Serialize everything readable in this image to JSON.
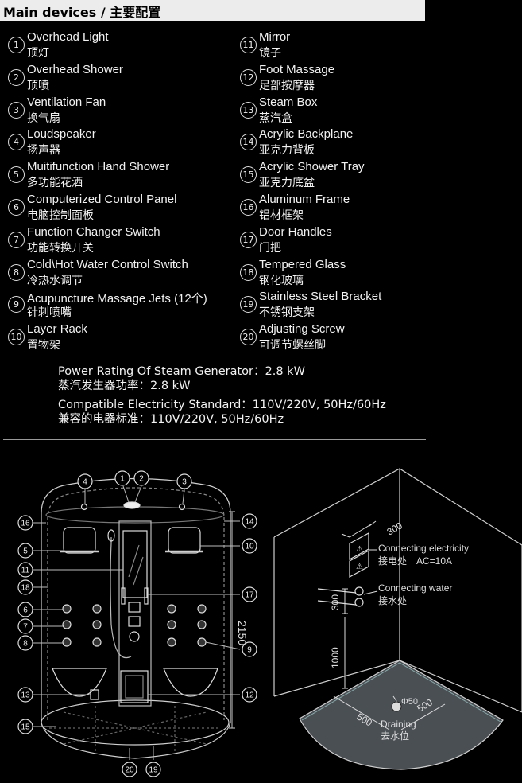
{
  "header": {
    "title": "Main devices / 主要配置"
  },
  "devices": [
    {
      "num": "1",
      "en": "Overhead Light",
      "zh": "顶灯"
    },
    {
      "num": "2",
      "en": "Overhead Shower",
      "zh": "顶喷"
    },
    {
      "num": "3",
      "en": "Ventilation Fan",
      "zh": "换气扇"
    },
    {
      "num": "4",
      "en": "Loudspeaker",
      "zh": "扬声器"
    },
    {
      "num": "5",
      "en": "Muitifunction Hand Shower",
      "zh": "多功能花洒"
    },
    {
      "num": "6",
      "en": "Computerized Control Panel",
      "zh": "电脑控制面板"
    },
    {
      "num": "7",
      "en": "Function Changer Switch",
      "zh": "功能转换开关"
    },
    {
      "num": "8",
      "en": "Cold\\Hot Water Control Switch",
      "zh": "冷热水调节"
    },
    {
      "num": "9",
      "en": "Acupuncture Massage Jets (12个)",
      "zh": "针刺喷嘴"
    },
    {
      "num": "10",
      "en": "Layer Rack",
      "zh": "置物架"
    },
    {
      "num": "11",
      "en": "Mirror",
      "zh": "镜子"
    },
    {
      "num": "12",
      "en": "Foot Massage",
      "zh": "足部按摩器"
    },
    {
      "num": "13",
      "en": "Steam Box",
      "zh": "蒸汽盒"
    },
    {
      "num": "14",
      "en": "Acrylic Backplane",
      "zh": "亚克力背板"
    },
    {
      "num": "15",
      "en": "Acrylic Shower Tray",
      "zh": "亚克力底盆"
    },
    {
      "num": "16",
      "en": "Aluminum Frame",
      "zh": "铝材框架"
    },
    {
      "num": "17",
      "en": "Door Handles",
      "zh": "门把"
    },
    {
      "num": "18",
      "en": "Tempered Glass",
      "zh": "钢化玻璃"
    },
    {
      "num": "19",
      "en": "Stainless Steel Bracket",
      "zh": "不锈钢支架"
    },
    {
      "num": "20",
      "en": "Adjusting Screw",
      "zh": "可调节螺丝脚"
    }
  ],
  "specs": {
    "power_en": "Power Rating Of Steam Generator：2.8 kW",
    "power_zh": "蒸汽发生器功率：2.8 kW",
    "elec_en": "Compatible Electricity Standard：110V/220V, 50Hz/60Hz",
    "elec_zh": "兼容的电器标准：110V/220V, 50Hz/60Hz"
  },
  "diagram": {
    "height_label": "2150",
    "callouts": [
      "1",
      "2",
      "3",
      "4",
      "5",
      "6",
      "7",
      "8",
      "9",
      "10",
      "11",
      "12",
      "13",
      "14",
      "15",
      "16",
      "17",
      "18",
      "19",
      "20"
    ]
  },
  "install": {
    "dim_300_top": "300",
    "dim_300_side": "300",
    "dim_1000": "1000",
    "dim_500_left": "500",
    "dim_500_right": "500",
    "drain_dim": "Φ50",
    "electricity_en": "Connecting electricity",
    "electricity_zh": "接电处",
    "electricity_spec": "AC=10A",
    "water_en": "Connecting water",
    "water_zh": "接水处",
    "drain_en": "Draining",
    "drain_zh": "去水位"
  }
}
